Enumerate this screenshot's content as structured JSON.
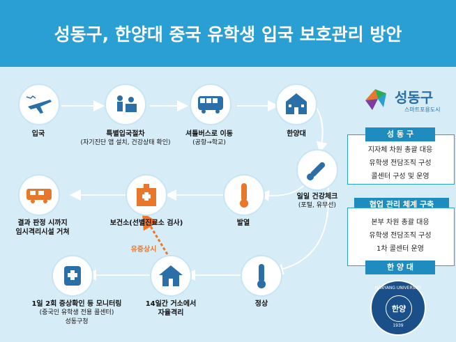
{
  "title": "성동구, 한양대 중국 유학생 입국 보호관리 방안",
  "flow": {
    "entry": "입국",
    "special_entry": "특별입국절차",
    "special_entry_sub": "(자기진단 앱 설치, 건강상태 확인)",
    "shuttle": "셔틀버스로 이동",
    "shuttle_sub": "(공항→학교)",
    "hanyang": "한양대",
    "daily_check": "일일 건강체크",
    "daily_check_sub": "(포털, 유무선)",
    "fever": "발열",
    "clinic": "보건소(선별진료소 검사)",
    "quarantine_facility": "결과 판정 시까지\n임시격리시설 거쳐",
    "normal": "정상",
    "self_quarantine": "14일간 거소에서\n자율격리",
    "monitoring": "1일  2회  증상확인 등 모니터링",
    "monitoring_sub": "(중국인 유학생 전용 콜센터)",
    "monitoring_sub2": "성동구청",
    "symptom": "유증상시"
  },
  "logo": {
    "name": "성동구",
    "tagline": "스마트포용도시"
  },
  "seongdong": {
    "title": "성 동 구",
    "items": [
      "지자체 차원 총괄 대응",
      "유학생 전담조직 구성",
      "콜센터 구성 및 운영"
    ]
  },
  "cooperation": {
    "title": "협업 관리 체계 구축",
    "items": [
      "본부 차원 총괄 대응",
      "유학생 전담조직 구성",
      "1차 콜센터 운영"
    ]
  },
  "hanyang_box": {
    "title": "한 양 대"
  },
  "seal": {
    "text": "HANYANG UNIVERSITY",
    "center": "한양",
    "year": "1939"
  },
  "colors": {
    "header": "#2a9fd3",
    "accent": "#1f8cbf",
    "orange": "#e8772b",
    "background": "#d6ecf6"
  }
}
